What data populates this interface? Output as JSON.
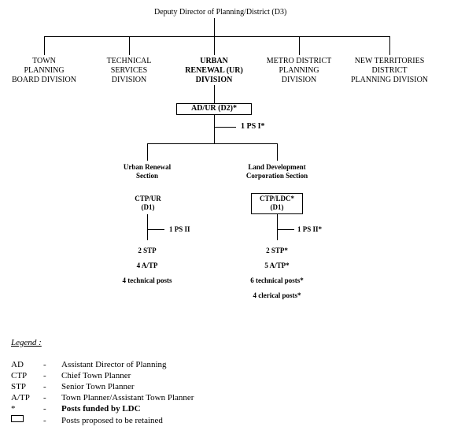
{
  "top": "Deputy Director of Planning/District (D3)",
  "divisions": [
    "TOWN\nPLANNING\nBOARD DIVISION",
    "TECHNICAL\nSERVICES\nDIVISION",
    "URBAN\nRENEWAL (UR)\nDIVISION",
    "METRO DISTRICT\nPLANNING\nDIVISION",
    "NEW TERRITORIES\nDISTRICT\nPLANNING DIVISION"
  ],
  "ur_head": "AD/UR (D2)*",
  "ur_support": "1 PS I*",
  "sections": {
    "left": {
      "title": "Urban Renewal\nSection",
      "head": "CTP/UR\n(D1)",
      "support": "1 PS II",
      "staff": [
        "2 STP",
        "4  A/TP",
        "4 technical posts"
      ]
    },
    "right": {
      "title": "Land Development\nCorporation Section",
      "head": "CTP/LDC*\n(D1)",
      "support": "1 PS II*",
      "staff": [
        "2 STP*",
        "5 A/TP*",
        "6 technical posts*",
        "4 clerical posts*"
      ]
    }
  },
  "legend": {
    "title": "Legend :",
    "items": [
      {
        "abbr": "AD",
        "dash": "-",
        "text": "Assistant Director of Planning"
      },
      {
        "abbr": "CTP",
        "dash": "-",
        "text": "Chief Town Planner"
      },
      {
        "abbr": "STP",
        "dash": "-",
        "text": "Senior Town Planner"
      },
      {
        "abbr": "A/TP",
        "dash": "-",
        "text": "Town Planner/Assistant Town Planner"
      },
      {
        "abbr": "*",
        "dash": "-",
        "text": "Posts funded by LDC"
      },
      {
        "abbr": "",
        "dash": "-",
        "text": "Posts proposed to be retained"
      }
    ]
  }
}
